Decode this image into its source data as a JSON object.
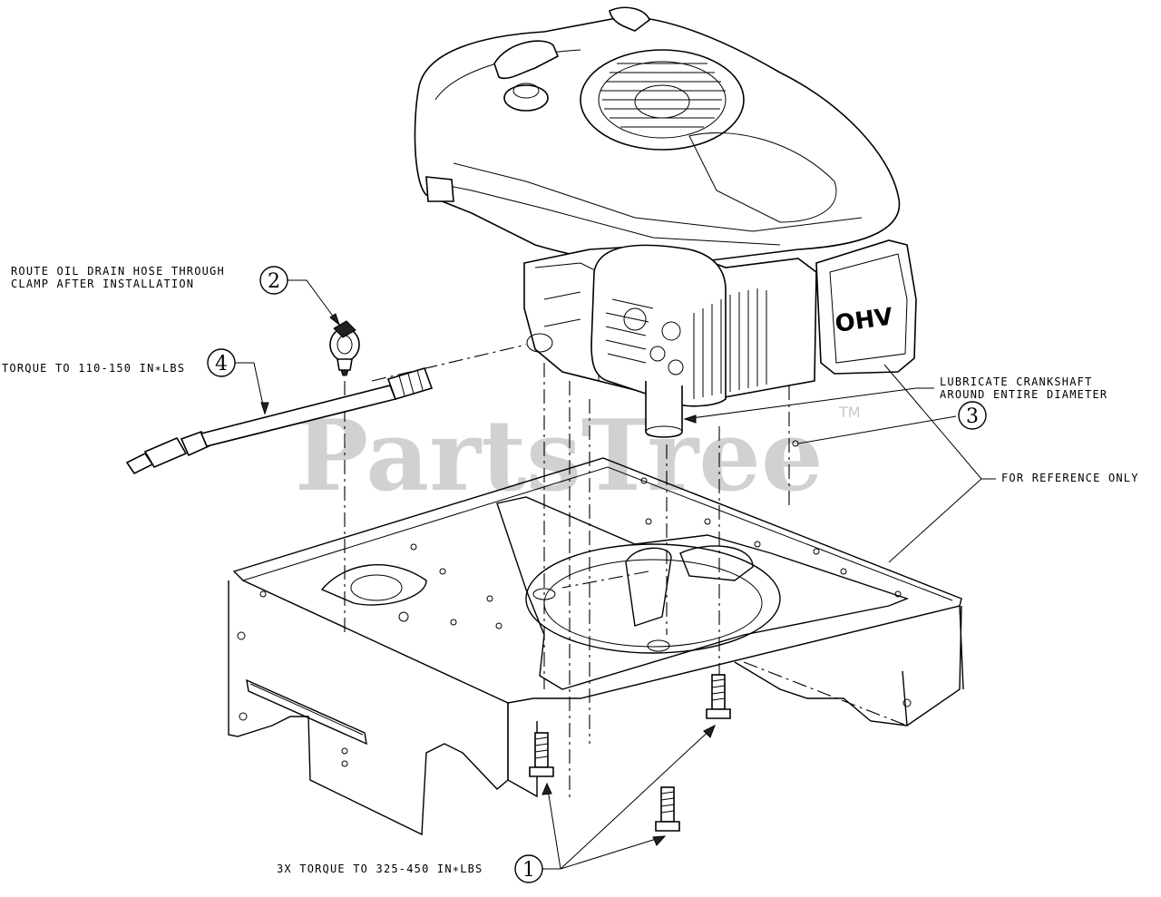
{
  "diagram": {
    "watermark": "PartsTree",
    "watermark_tm": "TM",
    "engine_badge": "OHV",
    "callouts": [
      {
        "number": "1",
        "note": "3X TORQUE TO 325-450 IN∗LBS"
      },
      {
        "number": "2",
        "note_lines": [
          "ROUTE OIL DRAIN HOSE THROUGH",
          "CLAMP AFTER INSTALLATION"
        ]
      },
      {
        "number": "3",
        "note_lines": [
          "LUBRICATE CRANKSHAFT",
          "AROUND ENTIRE DIAMETER"
        ]
      },
      {
        "number": "4",
        "note": "TORQUE TO 110-150 IN∗LBS"
      }
    ],
    "reference_note": "FOR REFERENCE ONLY"
  }
}
